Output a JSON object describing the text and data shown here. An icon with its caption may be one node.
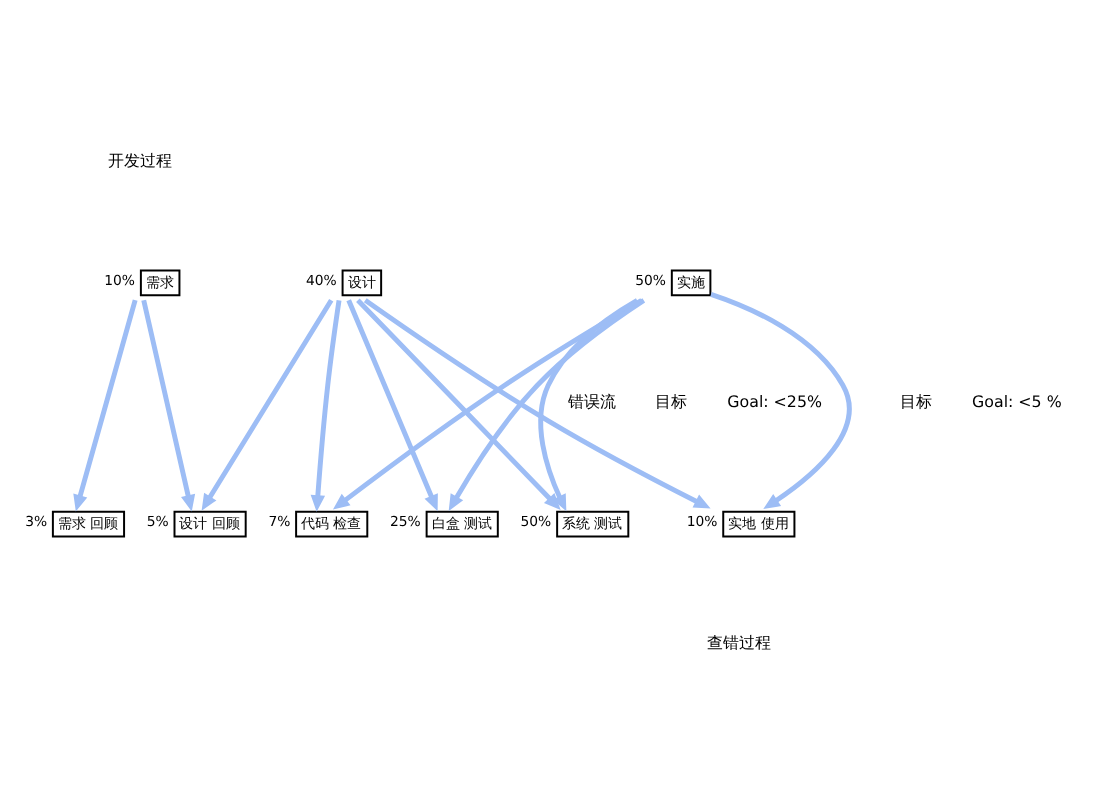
{
  "diagram": {
    "nodes": [
      {
        "text": [
          "需求"
        ],
        "beside": [
          "10%"
        ]
      },
      {
        "text": [
          "设计"
        ],
        "beside": [
          "40%"
        ]
      },
      {
        "text": [
          "实施"
        ],
        "beside": [
          "50%"
        ]
      },
      {
        "text": [
          "需求 回顾"
        ],
        "beside": [
          "3%"
        ]
      },
      {
        "text": [
          "设计 回顾"
        ],
        "beside": [
          "5%"
        ]
      },
      {
        "text": [
          "代码 检查"
        ],
        "beside": [
          "7%"
        ]
      },
      {
        "text": [
          "白盒 测试"
        ],
        "beside": [
          "25%"
        ]
      },
      {
        "text": [
          "系统 测试"
        ],
        "beside": [
          "50%"
        ]
      },
      {
        "text": [
          "实地 使用"
        ],
        "beside": [
          "10%"
        ]
      }
    ],
    "edges": [
      {
        "from": 0,
        "to": 3,
        "arrow": "to"
      },
      {
        "from": 0,
        "to": 4,
        "arrow": "to"
      },
      {
        "from": 1,
        "to": 4,
        "arrow": "to"
      },
      {
        "from": 1,
        "to": 5,
        "arrow": "to"
      },
      {
        "from": 1,
        "to": 6,
        "arrow": "to"
      },
      {
        "from": 1,
        "to": 7,
        "arrow": "to"
      },
      {
        "from": 1,
        "to": 8,
        "arrow": "to"
      },
      {
        "from": 2,
        "to": 5,
        "arrow": "to"
      },
      {
        "from": 2,
        "to": 6,
        "arrow": "to"
      },
      {
        "from": 2,
        "to": 7,
        "arrow": "to"
      },
      {
        "from": 2,
        "to": 8,
        "arrow": "to"
      }
    ],
    "labels": [
      "开发过程",
      "错误流",
      "目标",
      "Goal: <25%",
      "目标",
      "Goal: <5 %",
      "查错过程"
    ]
  }
}
